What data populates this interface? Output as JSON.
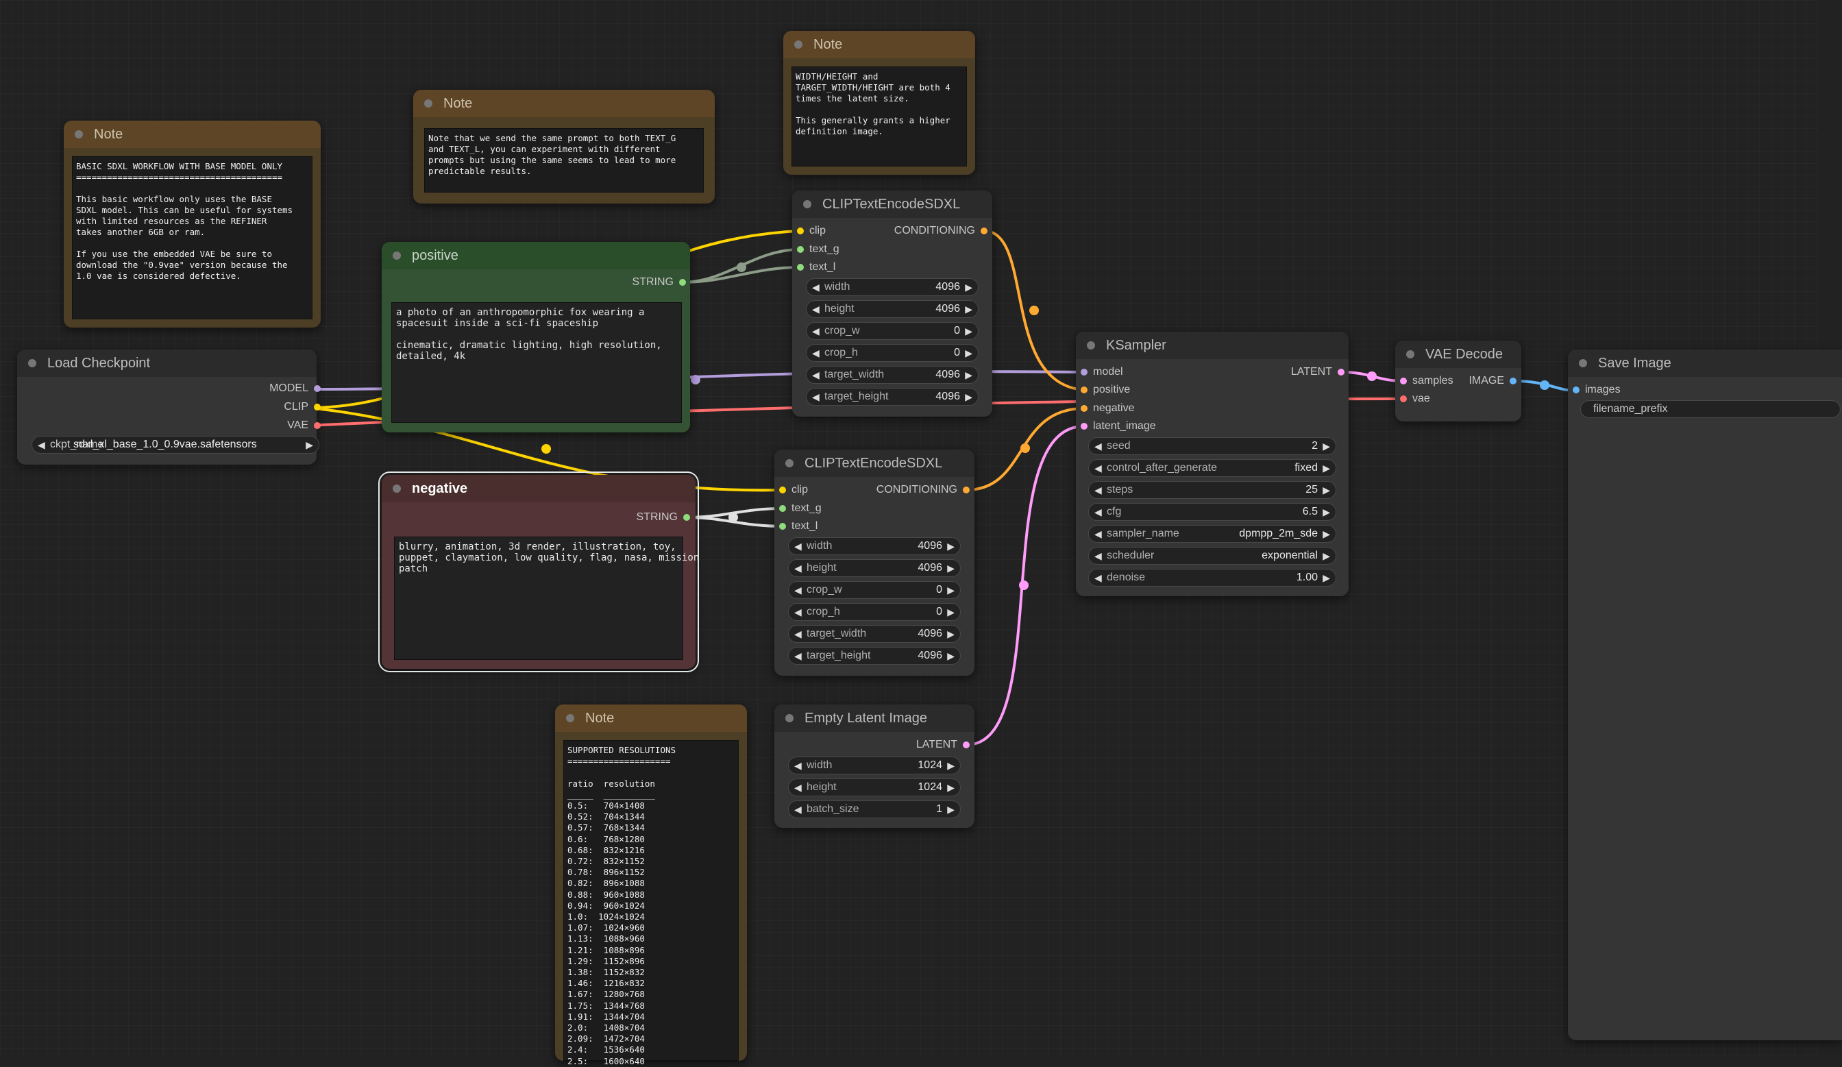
{
  "colors": {
    "model": "#b39ddb",
    "clip": "#ffd500",
    "vae": "#ff6e6e",
    "conditioning": "#ffa931",
    "latent": "#ff9cf9",
    "image": "#64b5f6",
    "string": "#8fdc7c"
  },
  "notes": {
    "basic": {
      "title": "Note",
      "text": "BASIC SDXL WORKFLOW WITH BASE MODEL ONLY\n========================================\n\nThis basic workflow only uses the BASE\nSDXL model. This can be useful for systems\nwith limited resources as the REFINER\ntakes another 6GB or ram.\n\nIf you use the embedded VAE be sure to\ndownload the \"0.9vae\" version because the\n1.0 vae is considered defective."
    },
    "prompt": {
      "title": "Note",
      "text": "Note that we send the same prompt to both TEXT_G\nand TEXT_L, you can experiment with different\nprompts but using the same seems to lead to more\npredictable results."
    },
    "size": {
      "title": "Note",
      "text": "WIDTH/HEIGHT and\nTARGET_WIDTH/HEIGHT are both 4\ntimes the latent size.\n\nThis generally grants a higher\ndefinition image."
    },
    "resolutions": {
      "title": "Note",
      "text": "SUPPORTED RESOLUTIONS\n====================\n\nratio  resolution\n_____  __________\n0.5:   704×1408\n0.52:  704×1344\n0.57:  768×1344\n0.6:   768×1280\n0.68:  832×1216\n0.72:  832×1152\n0.78:  896×1152\n0.82:  896×1088\n0.88:  960×1088\n0.94:  960×1024\n1.0:  1024×1024\n1.07:  1024×960\n1.13:  1088×960\n1.21:  1088×896\n1.29:  1152×896\n1.38:  1152×832\n1.46:  1216×832\n1.67:  1280×768\n1.75:  1344×768\n1.91:  1344×704\n2.0:   1408×704\n2.09:  1472×704\n2.4:   1536×640\n2.5:   1600×640"
    }
  },
  "load_checkpoint": {
    "title": "Load Checkpoint",
    "outputs": [
      "MODEL",
      "CLIP",
      "VAE"
    ],
    "ckpt_label": "ckpt_name",
    "ckpt_value": "sdxl_xl_base_1.0_0.9vae.safetensors"
  },
  "positive": {
    "title": "positive",
    "output": "STRING",
    "text": "a photo of an anthropomorphic fox wearing a\nspacesuit inside a sci-fi spaceship\n\ncinematic, dramatic lighting, high resolution,\ndetailed, 4k"
  },
  "negative": {
    "title": "negative",
    "output": "STRING",
    "text": "blurry, animation, 3d render, illustration, toy,\npuppet, claymation, low quality, flag, nasa, mission\npatch"
  },
  "clip_top": {
    "title": "CLIPTextEncodeSDXL",
    "inputs": [
      "clip",
      "text_g",
      "text_l"
    ],
    "output": "CONDITIONING",
    "widgets": [
      {
        "name": "width",
        "value": "4096"
      },
      {
        "name": "height",
        "value": "4096"
      },
      {
        "name": "crop_w",
        "value": "0"
      },
      {
        "name": "crop_h",
        "value": "0"
      },
      {
        "name": "target_width",
        "value": "4096"
      },
      {
        "name": "target_height",
        "value": "4096"
      }
    ]
  },
  "clip_bottom": {
    "title": "CLIPTextEncodeSDXL",
    "inputs": [
      "clip",
      "text_g",
      "text_l"
    ],
    "output": "CONDITIONING",
    "widgets": [
      {
        "name": "width",
        "value": "4096"
      },
      {
        "name": "height",
        "value": "4096"
      },
      {
        "name": "crop_w",
        "value": "0"
      },
      {
        "name": "crop_h",
        "value": "0"
      },
      {
        "name": "target_width",
        "value": "4096"
      },
      {
        "name": "target_height",
        "value": "4096"
      }
    ]
  },
  "empty_latent": {
    "title": "Empty Latent Image",
    "output": "LATENT",
    "widgets": [
      {
        "name": "width",
        "value": "1024"
      },
      {
        "name": "height",
        "value": "1024"
      },
      {
        "name": "batch_size",
        "value": "1"
      }
    ]
  },
  "ksampler": {
    "title": "KSampler",
    "inputs": [
      "model",
      "positive",
      "negative",
      "latent_image"
    ],
    "output": "LATENT",
    "widgets": [
      {
        "name": "seed",
        "value": "2"
      },
      {
        "name": "control_after_generate",
        "value": "fixed"
      },
      {
        "name": "steps",
        "value": "25"
      },
      {
        "name": "cfg",
        "value": "6.5"
      },
      {
        "name": "sampler_name",
        "value": "dpmpp_2m_sde"
      },
      {
        "name": "scheduler",
        "value": "exponential"
      },
      {
        "name": "denoise",
        "value": "1.00"
      }
    ]
  },
  "vae_decode": {
    "title": "VAE Decode",
    "inputs": [
      "samples",
      "vae"
    ],
    "output": "IMAGE"
  },
  "save_image": {
    "title": "Save Image",
    "input": "images",
    "filename_label": "filename_prefix"
  }
}
